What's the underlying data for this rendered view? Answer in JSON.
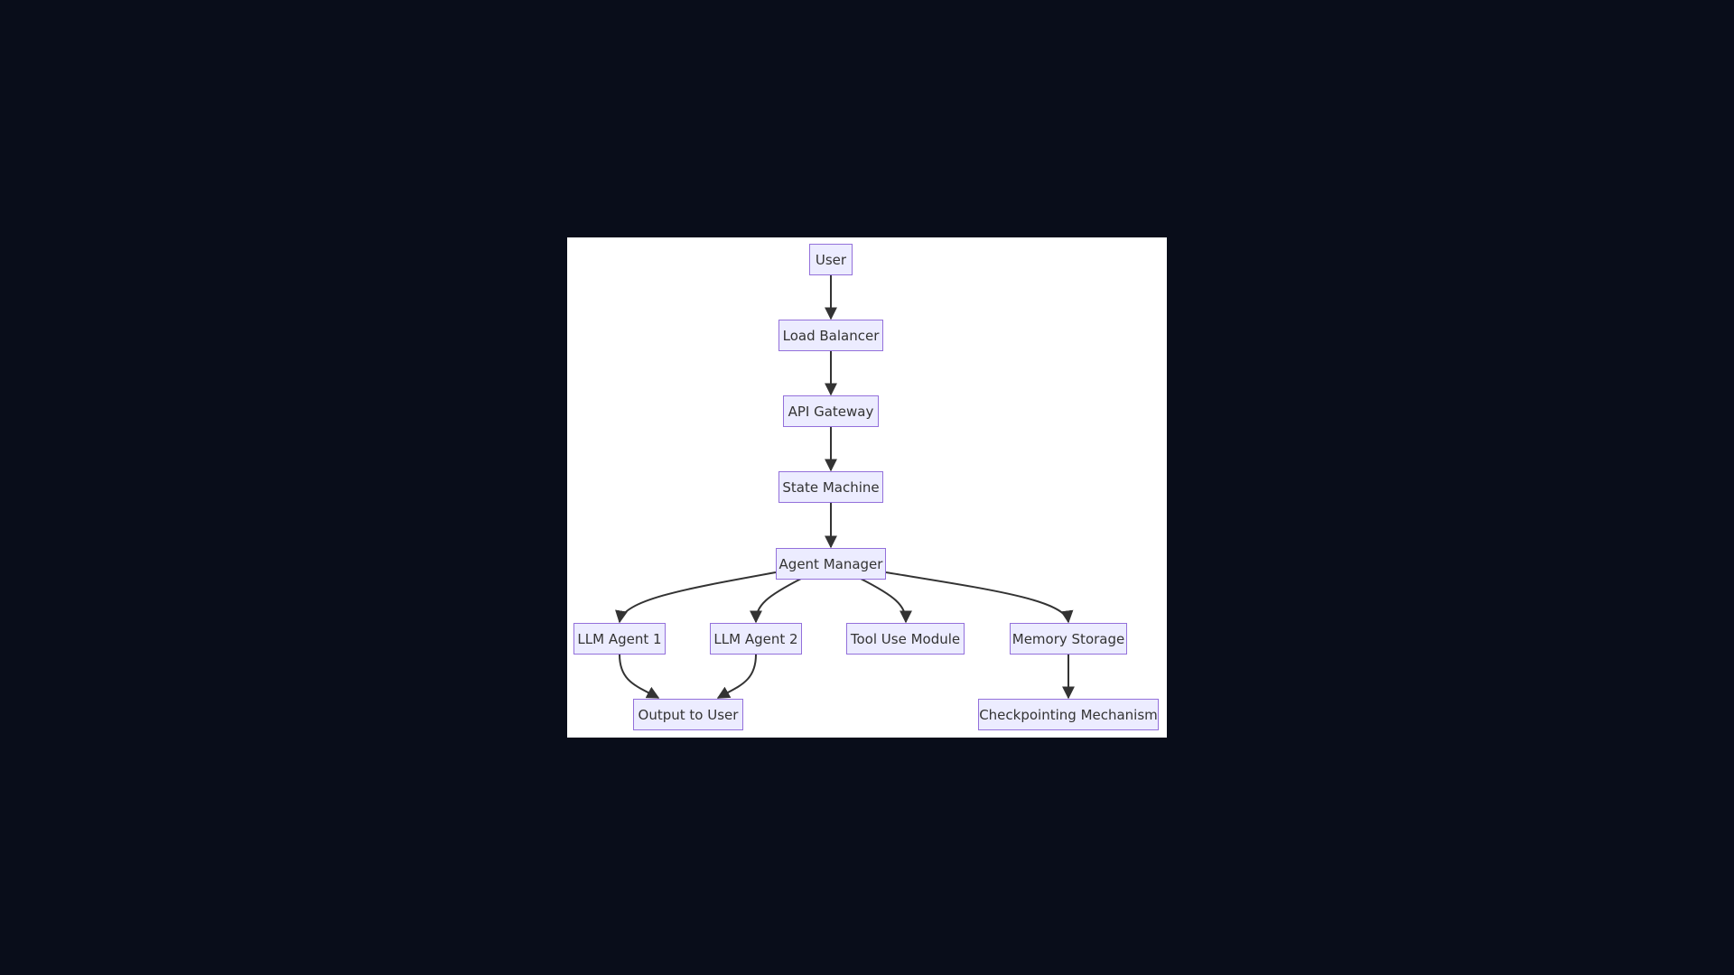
{
  "diagram": {
    "type": "flowchart",
    "direction": "TD",
    "colors": {
      "background": "#090d1a",
      "panel": "#ffffff",
      "node_fill": "#ECECFF",
      "node_border": "#9370DB",
      "text": "#333333",
      "edge": "#333333"
    },
    "nodes": {
      "user": "User",
      "load_balancer": "Load Balancer",
      "api_gateway": "API Gateway",
      "state_machine": "State Machine",
      "agent_manager": "Agent Manager",
      "llm_agent_1": "LLM Agent 1",
      "llm_agent_2": "LLM Agent 2",
      "tool_use_module": "Tool Use Module",
      "memory_storage": "Memory Storage",
      "output_to_user": "Output to User",
      "checkpointing_mechanism": "Checkpointing Mechanism"
    },
    "edges": [
      [
        "User",
        "Load Balancer"
      ],
      [
        "Load Balancer",
        "API Gateway"
      ],
      [
        "API Gateway",
        "State Machine"
      ],
      [
        "State Machine",
        "Agent Manager"
      ],
      [
        "Agent Manager",
        "LLM Agent 1"
      ],
      [
        "Agent Manager",
        "LLM Agent 2"
      ],
      [
        "Agent Manager",
        "Tool Use Module"
      ],
      [
        "Agent Manager",
        "Memory Storage"
      ],
      [
        "LLM Agent 1",
        "Output to User"
      ],
      [
        "LLM Agent 2",
        "Output to User"
      ],
      [
        "Memory Storage",
        "Checkpointing Mechanism"
      ]
    ]
  }
}
